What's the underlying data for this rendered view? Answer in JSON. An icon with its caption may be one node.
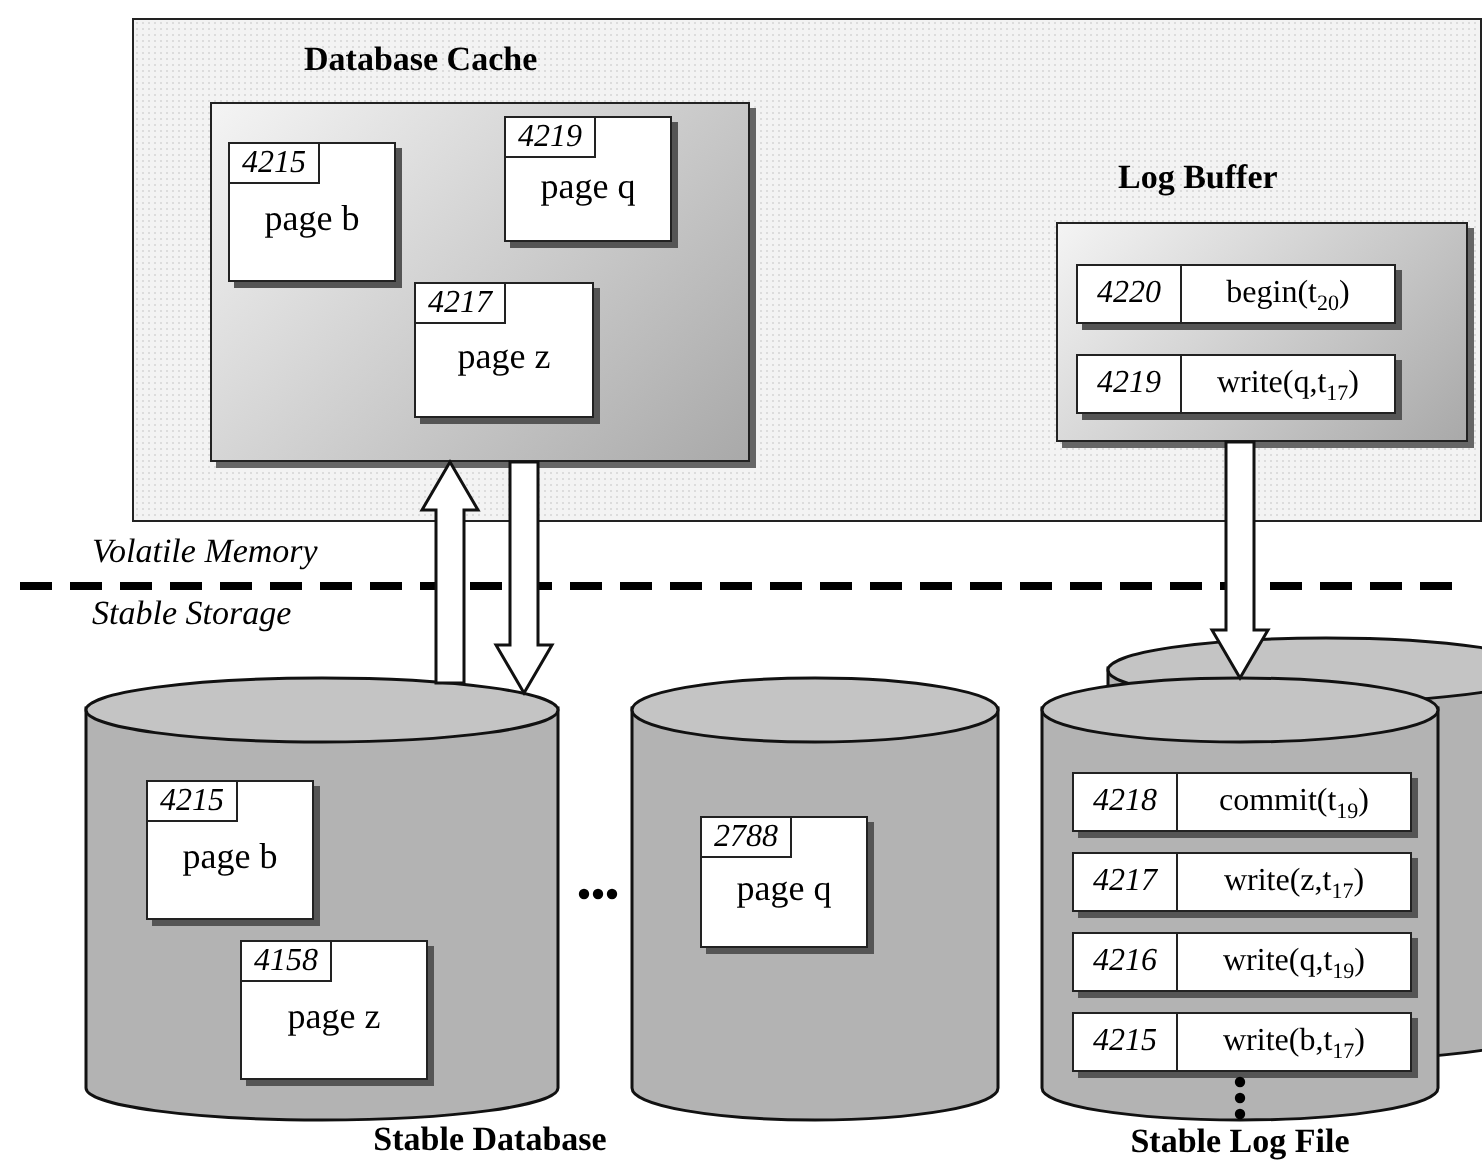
{
  "diagram": {
    "nodes": [
      {
        "text": [],
        "shape": "box"
      },
      {
        "text": [
          "Database Cache"
        ],
        "in": 0
      },
      {
        "text": [
          "4215",
          "page b"
        ],
        "in": 1
      },
      {
        "text": [
          "4219",
          "page q"
        ],
        "in": 1
      },
      {
        "text": [
          "4217",
          "page z"
        ],
        "in": 1
      },
      {
        "text": [
          "Log Buffer"
        ],
        "in": 0
      },
      {
        "text": [
          "4220",
          "begin(t$_{20}$)"
        ],
        "in": 5
      },
      {
        "text": [
          "4219",
          "write(q,t$_{17}$)"
        ],
        "in": 5
      },
      {
        "text": [],
        "shape": "cylinder"
      },
      {
        "text": [
          "4215",
          "page b"
        ],
        "in": 8
      },
      {
        "text": [
          "4158",
          "page z"
        ],
        "in": 8
      },
      {
        "text": [],
        "shape": "cylinder"
      },
      {
        "text": [
          "2788",
          "page q"
        ],
        "in": 11
      },
      {
        "text": [
          "Stable Log File"
        ]
      },
      {
        "text": [
          "4218",
          "commit(t$_{19}$)"
        ],
        "in": 13
      },
      {
        "text": [
          "4217",
          "write(z,t$_{17}$)"
        ],
        "in": 13
      },
      {
        "text": [
          "4216",
          "write(q,t$_{19}$)"
        ],
        "in": 13
      },
      {
        "text": [
          "4215",
          "write(b,t$_{17}$)"
        ],
        "in": 13
      }
    ],
    "edges": [
      {
        "from": 8,
        "to": 1,
        "arrow": "to"
      },
      {
        "from": 1,
        "to": 8,
        "arrow": "to"
      },
      {
        "from": 5,
        "to": 13,
        "arrow": "to"
      }
    ],
    "labels": [
      "Volatile Memory",
      "Stable Storage",
      "Stable Database"
    ]
  }
}
